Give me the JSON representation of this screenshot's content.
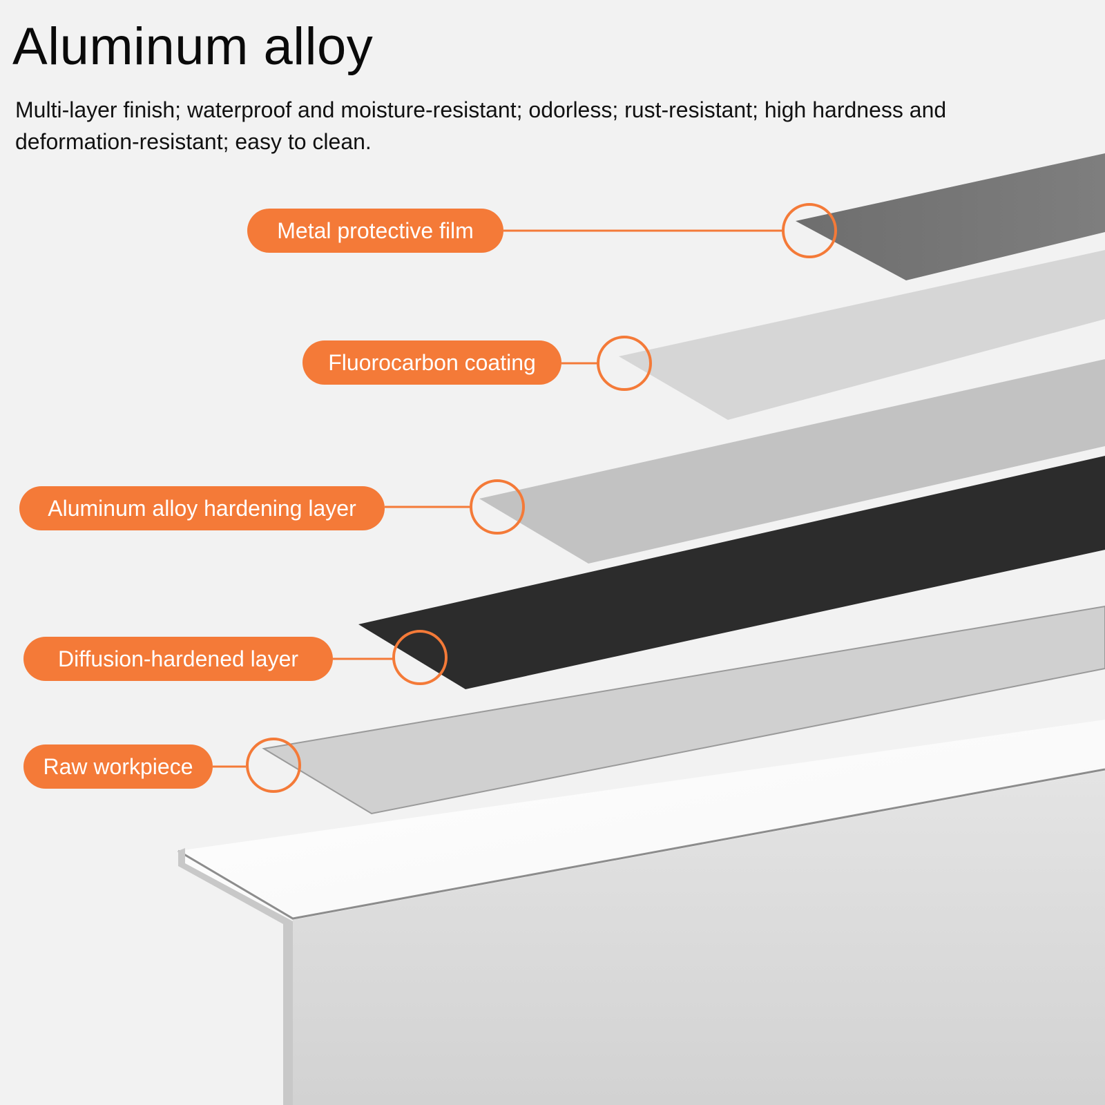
{
  "title": "Aluminum alloy",
  "subtitle": "Multi-layer finish; waterproof and moisture-resistant; odorless; rust-resistant; high hardness and deformation-resistant; easy to clean.",
  "colors": {
    "accent": "#f47a38",
    "background": "#f2f2f2",
    "metal_protective_film": "#757575",
    "fluorocarbon_coating": "#d6d6d6",
    "hardening_layer": "#c2c2c2",
    "diffusion_layer": "#2c2c2c",
    "raw_workpiece": "#d0d0d0"
  },
  "layers": [
    {
      "label": "Metal protective film"
    },
    {
      "label": "Fluorocarbon coating"
    },
    {
      "label": "Aluminum alloy hardening layer"
    },
    {
      "label": "Diffusion-hardened layer"
    },
    {
      "label": "Raw workpiece"
    }
  ]
}
